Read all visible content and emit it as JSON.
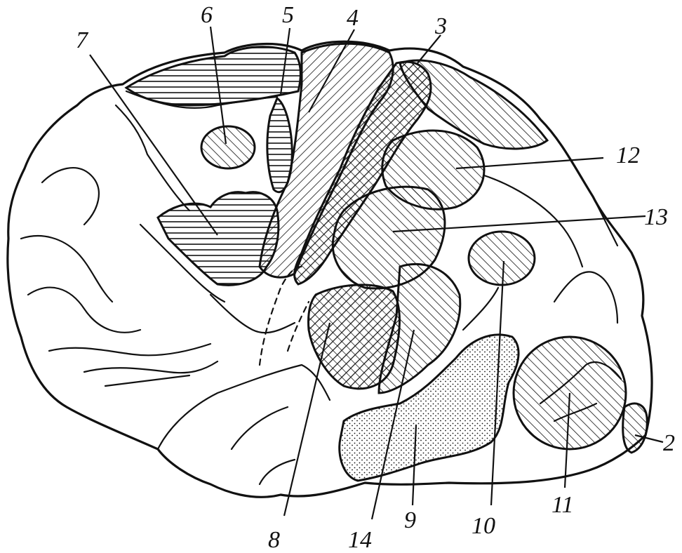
{
  "labels": {
    "l2": "2",
    "l3": "3",
    "l4": "4",
    "l5": "5",
    "l6": "6",
    "l7": "7",
    "l8": "8",
    "l9": "9",
    "l10": "10",
    "l11": "11",
    "l12": "12",
    "l13": "13",
    "l14": "14"
  },
  "colors": {
    "ink": "#111111",
    "paper": "#ffffff"
  }
}
